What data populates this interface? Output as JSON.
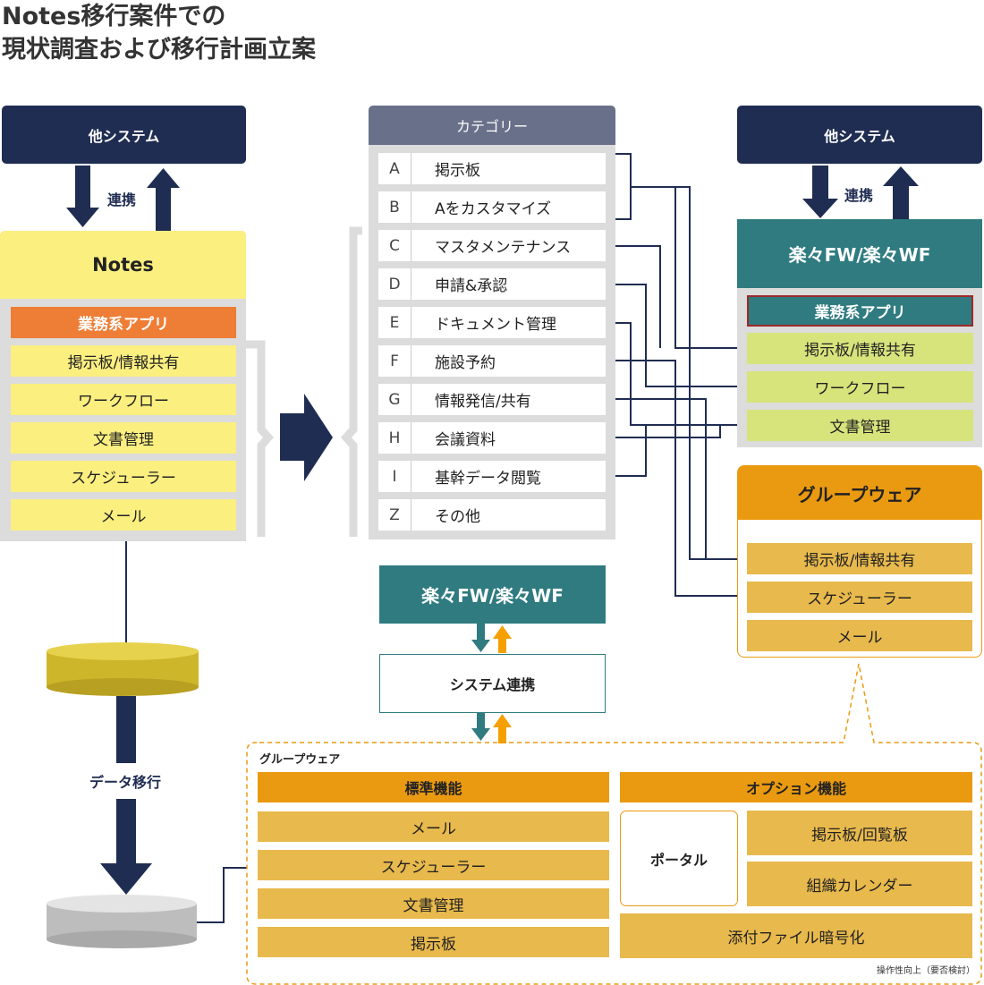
{
  "title": {
    "line1": "Notes移行案件での",
    "line2": "現状調査および移行計画立案"
  },
  "left": {
    "other_system": "他システム",
    "link_label": "連携",
    "notes_title": "Notes",
    "business_apps": "業務系アプリ",
    "items": [
      "掲示板/情報共有",
      "ワークフロー",
      "文書管理",
      "スケジューラー",
      "メール"
    ],
    "data_migration": "データ移行"
  },
  "category": {
    "header": "カテゴリー",
    "rows": [
      {
        "letter": "A",
        "label": "掲示板"
      },
      {
        "letter": "B",
        "label": "Aをカスタマイズ"
      },
      {
        "letter": "C",
        "label": "マスタメンテナンス"
      },
      {
        "letter": "D",
        "label": "申請&承認"
      },
      {
        "letter": "E",
        "label": "ドキュメント管理"
      },
      {
        "letter": "F",
        "label": "施設予約"
      },
      {
        "letter": "G",
        "label": "情報発信/共有"
      },
      {
        "letter": "H",
        "label": "会議資料"
      },
      {
        "letter": "I",
        "label": "基幹データ閲覧"
      },
      {
        "letter": "Z",
        "label": "その他"
      }
    ]
  },
  "middle": {
    "rakuraku": "楽々FW/楽々WF",
    "system_link": "システム連携"
  },
  "right": {
    "other_system": "他システム",
    "link_label": "連携",
    "rakuraku_title": "楽々FW/楽々WF",
    "business_apps": "業務系アプリ",
    "rakuraku_items": [
      "掲示板/情報共有",
      "ワークフロー",
      "文書管理"
    ],
    "groupware_title": "グループウェア",
    "groupware_items": [
      "掲示板/情報共有",
      "スケジューラー",
      "メール"
    ]
  },
  "detail": {
    "title": "グループウェア",
    "standard_header": "標準機能",
    "standard_items": [
      "メール",
      "スケジューラー",
      "文書管理",
      "掲示板"
    ],
    "option_header": "オプション機能",
    "portal": "ポータル",
    "option_items": [
      "掲示板/回覧板",
      "組織カレンダー"
    ],
    "encryption": "添付ファイル暗号化",
    "note": "操作性向上（要否検討）"
  }
}
